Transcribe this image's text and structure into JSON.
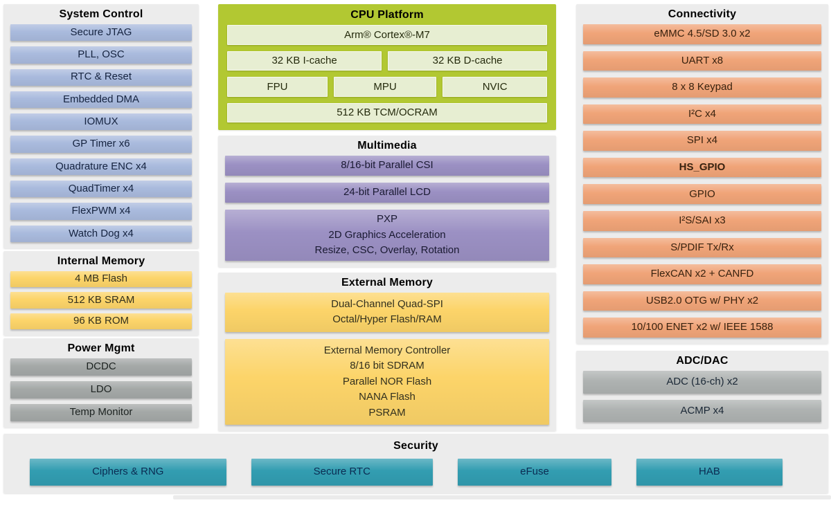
{
  "colors": {
    "panel_bg": "#ececec",
    "blue": "#a9badd",
    "yellow": "#fcd469",
    "gray": "#a4a8a7",
    "lime": "#b2c832",
    "pale_green": "#e7eed2",
    "purple": "#9b90c3",
    "orange": "#f0a478",
    "adc_gray": "#aeb2b1",
    "teal": "#329db1"
  },
  "sections": {
    "system_control": {
      "title": "System Control",
      "items": [
        "Secure JTAG",
        "PLL, OSC",
        "RTC & Reset",
        "Embedded DMA",
        "IOMUX",
        "GP Timer x6",
        "Quadrature ENC x4",
        "QuadTimer x4",
        "FlexPWM x4",
        "Watch Dog x4"
      ]
    },
    "internal_memory": {
      "title": "Internal Memory",
      "items": [
        "4 MB Flash",
        "512 KB SRAM",
        "96 KB ROM"
      ]
    },
    "power_mgmt": {
      "title": "Power Mgmt",
      "items": [
        "DCDC",
        "LDO",
        "Temp Monitor"
      ]
    },
    "cpu_platform": {
      "title": "CPU Platform",
      "rows": [
        [
          "Arm® Cortex®-M7"
        ],
        [
          "32 KB I-cache",
          "32 KB D-cache"
        ],
        [
          "FPU",
          "MPU",
          "NVIC"
        ],
        [
          "512 KB TCM/OCRAM"
        ]
      ]
    },
    "multimedia": {
      "title": "Multimedia",
      "items": [
        "8/16-bit Parallel CSI",
        "24-bit Parallel LCD",
        [
          "PXP",
          "2D Graphics Acceleration",
          "Resize, CSC, Overlay, Rotation"
        ]
      ]
    },
    "external_memory": {
      "title": "External Memory",
      "items": [
        [
          "Dual-Channel Quad-SPI",
          "Octal/Hyper Flash/RAM"
        ],
        [
          "External Memory Controller",
          "8/16 bit SDRAM",
          "Parallel NOR Flash",
          "NANA Flash",
          "PSRAM"
        ]
      ]
    },
    "connectivity": {
      "title": "Connectivity",
      "items": [
        "eMMC 4.5/SD 3.0 x2",
        "UART x8",
        "8 x 8 Keypad",
        "I²C x4",
        "SPI x4",
        "HS_GPIO",
        "GPIO",
        "I²S/SAI x3",
        "S/PDIF Tx/Rx",
        "FlexCAN x2 + CANFD",
        "USB2.0 OTG w/ PHY x2",
        "10/100 ENET x2 w/ IEEE 1588"
      ]
    },
    "adc_dac": {
      "title": "ADC/DAC",
      "items": [
        "ADC (16-ch) x2",
        "ACMP x4"
      ]
    },
    "security": {
      "title": "Security",
      "items": [
        "Ciphers & RNG",
        "Secure RTC",
        "eFuse",
        "HAB"
      ]
    }
  }
}
